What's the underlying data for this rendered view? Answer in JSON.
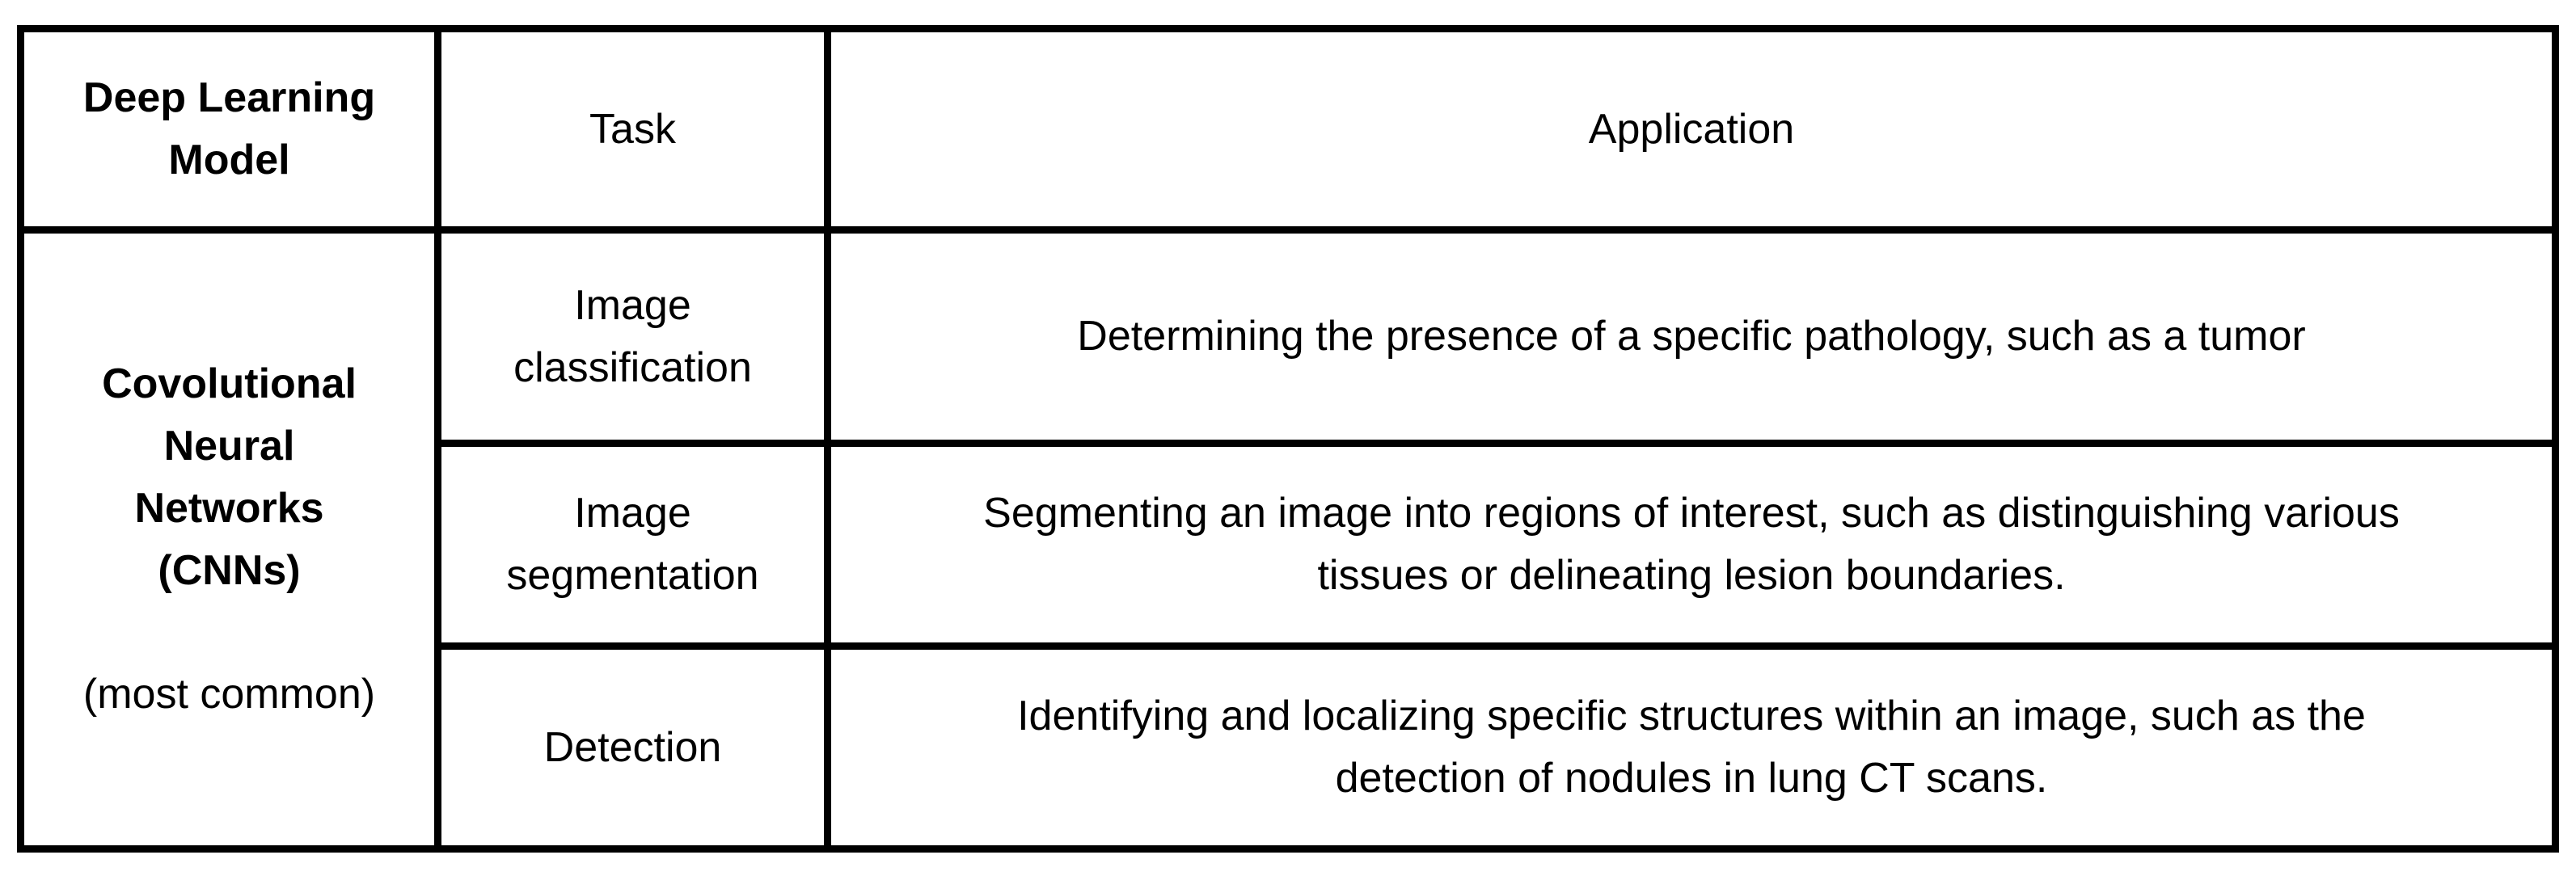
{
  "chart_data": {
    "type": "table",
    "title": "",
    "columns": [
      "Deep Learning Model",
      "Task",
      "Application"
    ],
    "rows": [
      [
        "Covolutional Neural Networks (CNNs) (most common)",
        "Image classification",
        "Determining the presence of a specific pathology, such as a tumor"
      ],
      [
        "Covolutional Neural Networks (CNNs) (most common)",
        "Image segmentation",
        "Segmenting an image into regions of interest, such as distinguishing various tissues or delineating lesion boundaries."
      ],
      [
        "Covolutional Neural Networks (CNNs) (most common)",
        "Detection",
        "Identifying and localizing specific structures within an image, such as the detection of nodules in lung CT scans."
      ]
    ],
    "layout_hints": {
      "merged_first_column_rows": 3,
      "grid": "all black borders on white background"
    }
  },
  "table": {
    "headers": {
      "model": "Deep Learning\nModel",
      "task": "Task",
      "application": "Application"
    },
    "model": {
      "name": "Covolutional\nNeural\nNetworks\n(CNNs)",
      "note": "(most common)"
    },
    "rows": [
      {
        "task": "Image\nclassification",
        "application": "Determining the presence of a specific pathology, such as a tumor"
      },
      {
        "task": "Image\nsegmentation",
        "application": "Segmenting an image into regions of interest, such as distinguishing various\ntissues or delineating lesion boundaries."
      },
      {
        "task": "Detection",
        "application": "Identifying and localizing specific structures within an image, such as the\ndetection of nodules in lung CT scans."
      }
    ],
    "colors": {
      "border": "#000000",
      "text": "#000000",
      "background": "#ffffff"
    }
  }
}
